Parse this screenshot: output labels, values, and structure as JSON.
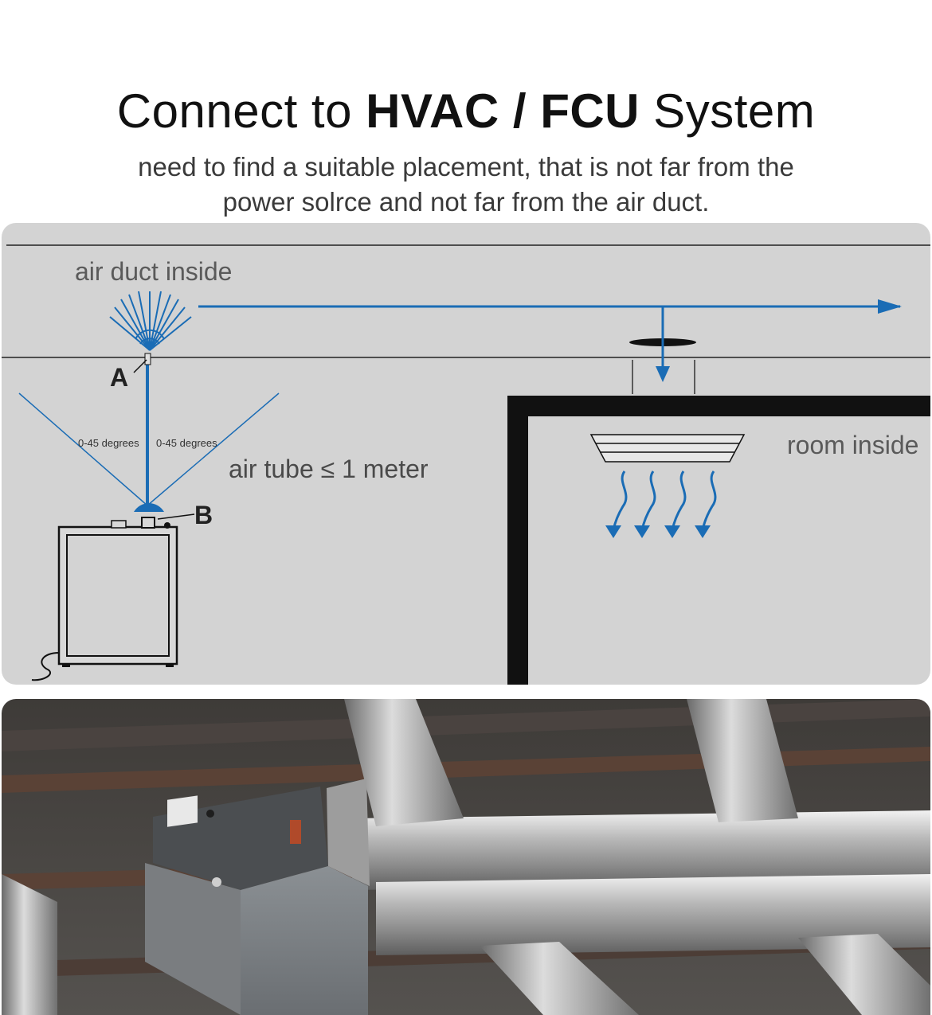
{
  "header": {
    "title_prefix": "Connect to ",
    "title_bold": "HVAC / FCU",
    "title_suffix": " System",
    "subtitle_line1": "need to find a suitable placement, that is not far from the",
    "subtitle_line2": "power solrce and not far from the air duct."
  },
  "diagram": {
    "label_air_duct": "air duct inside",
    "label_room": "room inside",
    "label_air_tube": "air tube ≤ 1 meter",
    "label_point_a": "A",
    "label_point_b": "B",
    "label_angle_left": "0-45 degrees",
    "label_angle_right": "0-45 degrees"
  },
  "colors": {
    "panel_bg": "#d3d3d3",
    "flow_blue": "#1a6cb5",
    "line_dark": "#111111",
    "label_gray": "#5a5a5a"
  }
}
